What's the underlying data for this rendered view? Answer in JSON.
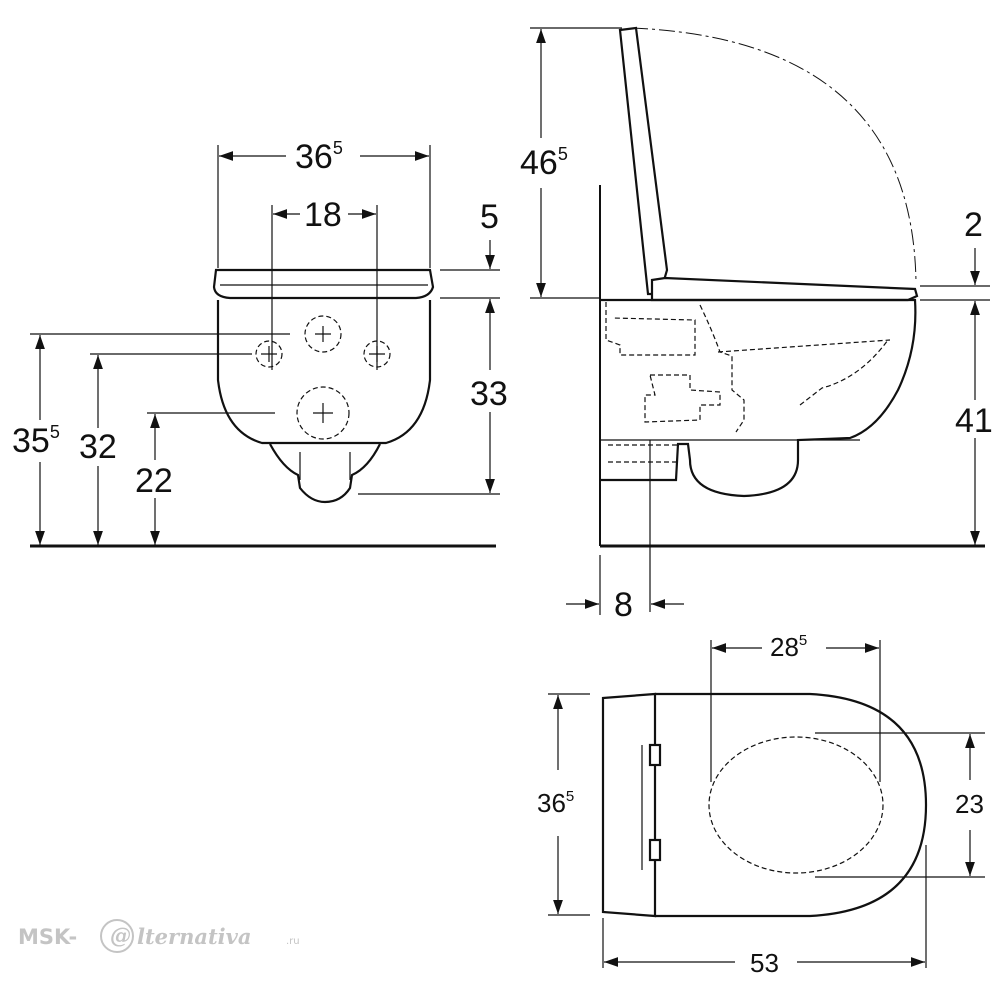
{
  "front_view": {
    "dims": {
      "width": {
        "main": "36",
        "sup": "5"
      },
      "holes": {
        "main": "18"
      },
      "seat": {
        "main": "5"
      },
      "bowl": {
        "main": "33"
      },
      "h1": {
        "main": "35",
        "sup": "5"
      },
      "h2": {
        "main": "32"
      },
      "h3": {
        "main": "22"
      }
    }
  },
  "side_view": {
    "dims": {
      "lid": {
        "main": "46",
        "sup": "5"
      },
      "seat": {
        "main": "2"
      },
      "rim": {
        "main": "41"
      },
      "wall": {
        "main": "8"
      }
    }
  },
  "top_view": {
    "dims": {
      "seat": {
        "main": "28",
        "sup": "5"
      },
      "width": {
        "main": "36",
        "sup": "5"
      },
      "opening": {
        "main": "23"
      },
      "length": {
        "main": "53"
      }
    }
  },
  "watermark": {
    "prefix": "MSK-",
    "at": "@",
    "suffix": "lternativa",
    "domain": ".ru"
  }
}
